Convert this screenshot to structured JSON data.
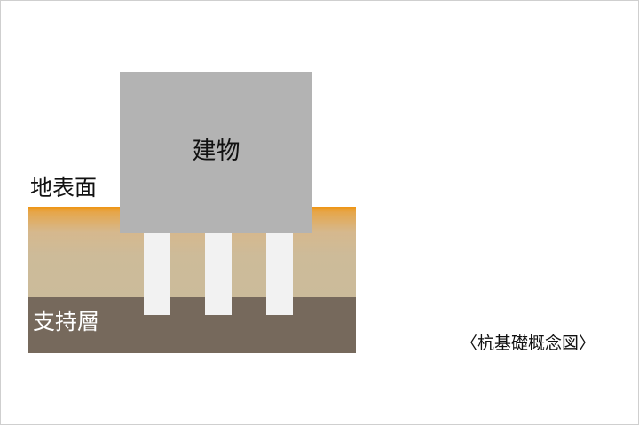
{
  "diagram": {
    "building_label": "建物",
    "ground_surface_label": "地表面",
    "bearing_layer_label": "支持層",
    "caption": "〈杭基礎概念図〉"
  },
  "colors": {
    "building": "#b3b3b3",
    "ground_top_orange": "#ef9512",
    "ground_soil": "#cbbb9a",
    "bearing_layer": "#76695c",
    "piles": "#f2f2f2"
  }
}
